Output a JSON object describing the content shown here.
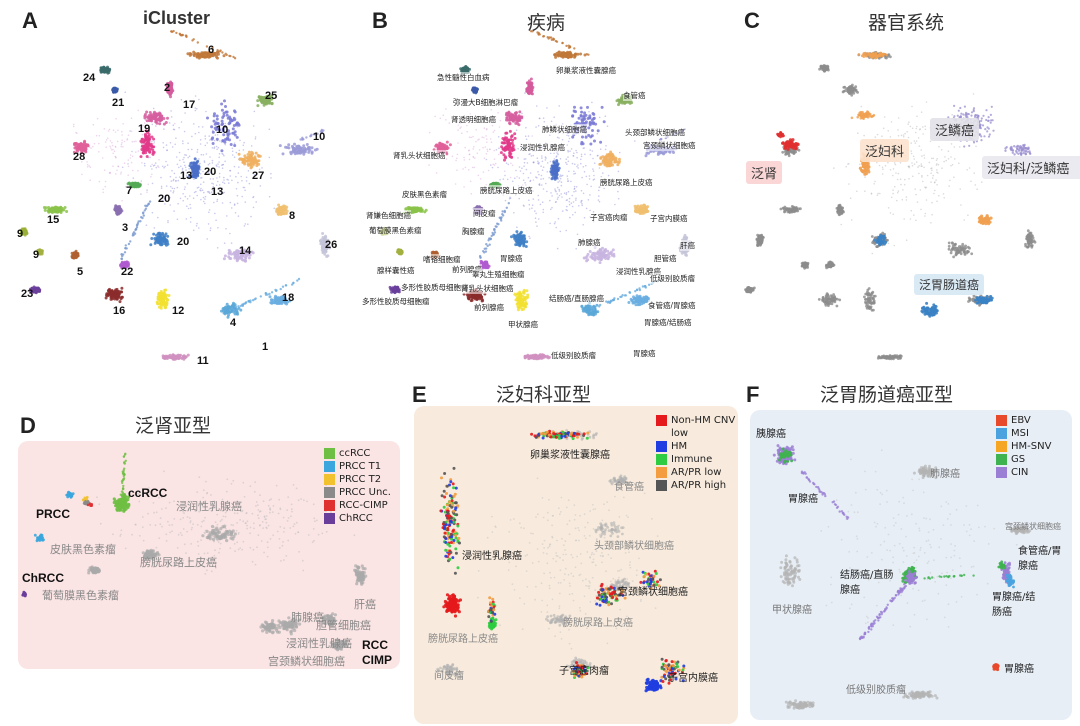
{
  "panels": {
    "A": {
      "letter": "A",
      "title": "iCluster"
    },
    "B": {
      "letter": "B",
      "title": "疾病"
    },
    "C": {
      "letter": "C",
      "title": "器官系统"
    },
    "D": {
      "letter": "D",
      "title": "泛肾亚型"
    },
    "E": {
      "letter": "E",
      "title": "泛妇科亚型"
    },
    "F": {
      "letter": "F",
      "title": "泛胃肠道癌亚型"
    }
  },
  "a_numbers": [
    "1",
    "2",
    "3",
    "4",
    "5",
    "6",
    "7",
    "8",
    "9",
    "9",
    "10",
    "10",
    "11",
    "12",
    "13",
    "13",
    "14",
    "15",
    "16",
    "17",
    "18",
    "19",
    "20",
    "20",
    "20",
    "21",
    "22",
    "23",
    "24",
    "25",
    "26",
    "27",
    "28"
  ],
  "b_labels": [
    "急性髓性白血病",
    "卵巢浆液性囊腺癌",
    "弥漫大B细胞淋巴瘤",
    "食管癌",
    "肾透明细胞癌",
    "肺鳞状细胞癌",
    "头颈部鳞状细胞癌",
    "浸润性乳腺癌",
    "肾乳头状细胞癌",
    "宫颈鳞状细胞癌",
    "膀胱尿路上皮癌",
    "皮肤黑色素瘤",
    "膀胱尿路上皮癌",
    "子宫癌肉瘤",
    "子宫内膜癌",
    "肾嫌色细胞癌",
    "间皮瘤",
    "胸腺瘤",
    "葡萄膜黑色素瘤",
    "胆管癌",
    "肝癌",
    "肺腺癌",
    "嗜铬细胞瘤",
    "胃腺癌",
    "腺样囊性癌",
    "前列腺癌",
    "睾丸生殖细胞瘤",
    "浸润性乳腺癌",
    "多形性胶质母细胞瘤",
    "低级别胶质瘤",
    "肾乳头状细胞癌",
    "多形性胶质母细胞瘤",
    "结肠癌/直肠腺癌",
    "食管癌/胃腺癌",
    "前列腺癌",
    "甲状腺癌",
    "胃腺癌/结肠癌",
    "低级别胶质瘤",
    "胃腺癌"
  ],
  "c_labels": [
    "泛鳞癌",
    "泛妇科",
    "泛肾",
    "泛妇科/泛鳞癌",
    "泛胃肠道癌"
  ],
  "d": {
    "gray_labels": [
      "浸润性乳腺癌",
      "皮肤黑色素瘤",
      "膀胱尿路上皮癌",
      "葡萄膜黑色素瘤",
      "肝癌",
      "肺腺癌",
      "胆管细胞癌",
      "浸润性乳腺癌",
      "宫颈鳞状细胞癌"
    ],
    "bold_labels": [
      "ccRCC",
      "PRCC",
      "ChRCC",
      "RCC",
      "CIMP"
    ],
    "legend": [
      {
        "label": "ccRCC",
        "color": "#6fbf44"
      },
      {
        "label": "PRCC T1",
        "color": "#3aa6dd"
      },
      {
        "label": "PRCC T2",
        "color": "#f2c12e"
      },
      {
        "label": "PRCC Unc.",
        "color": "#8a8a8a"
      },
      {
        "label": "RCC-CIMP",
        "color": "#e03131"
      },
      {
        "label": "ChRCC",
        "color": "#6a3d9a"
      }
    ]
  },
  "e": {
    "labels": [
      "卵巢浆液性囊腺癌",
      "食管癌",
      "头颈部鳞状细胞癌",
      "浸润性乳腺癌",
      "宫颈鳞状细胞癌",
      "膀胱尿路上皮癌",
      "膀胱尿路上皮癌",
      "间皮瘤",
      "子宫癌肉瘤",
      "子宫内膜癌"
    ],
    "legend": [
      {
        "label": "Non-HM CNV low",
        "color": "#e41a1c"
      },
      {
        "label": "HM",
        "color": "#1f3de0"
      },
      {
        "label": "Immune",
        "color": "#2ecc40"
      },
      {
        "label": "AR/PR low",
        "color": "#f39c40"
      },
      {
        "label": "AR/PR high",
        "color": "#555555"
      }
    ]
  },
  "f": {
    "labels": [
      "胰腺癌",
      "胃腺癌",
      "肺腺癌",
      "宫颈鳞状细胞癌",
      "结肠癌/直肠腺癌",
      "食管癌/胃腺癌",
      "甲状腺癌",
      "胃腺癌/结肠癌",
      "低级别胶质瘤",
      "胃腺癌"
    ],
    "legend": [
      {
        "label": "EBV",
        "color": "#e8492b"
      },
      {
        "label": "MSI",
        "color": "#4aa3df"
      },
      {
        "label": "HM-SNV",
        "color": "#f5a623"
      },
      {
        "label": "GS",
        "color": "#3fb34f"
      },
      {
        "label": "CIN",
        "color": "#9b7fd4"
      }
    ]
  },
  "chart_data": [
    {
      "type": "scatter",
      "panel": "A",
      "title": "iCluster",
      "note": "t-SNE embedding colored by iCluster (1-28)"
    },
    {
      "type": "scatter",
      "panel": "B",
      "title": "疾病",
      "note": "t-SNE embedding colored by tumor type"
    },
    {
      "type": "scatter",
      "panel": "C",
      "title": "器官系统",
      "series": [
        "泛鳞癌",
        "泛妇科",
        "泛肾",
        "泛妇科/泛鳞癌",
        "泛胃肠道癌"
      ]
    },
    {
      "type": "scatter",
      "panel": "D",
      "title": "泛肾亚型",
      "series": [
        "ccRCC",
        "PRCC T1",
        "PRCC T2",
        "PRCC Unc.",
        "RCC-CIMP",
        "ChRCC"
      ]
    },
    {
      "type": "scatter",
      "panel": "E",
      "title": "泛妇科亚型",
      "series": [
        "Non-HM CNV low",
        "HM",
        "Immune",
        "AR/PR low",
        "AR/PR high"
      ]
    },
    {
      "type": "scatter",
      "panel": "F",
      "title": "泛胃肠道癌亚型",
      "series": [
        "EBV",
        "MSI",
        "HM-SNV",
        "GS",
        "CIN"
      ]
    }
  ]
}
